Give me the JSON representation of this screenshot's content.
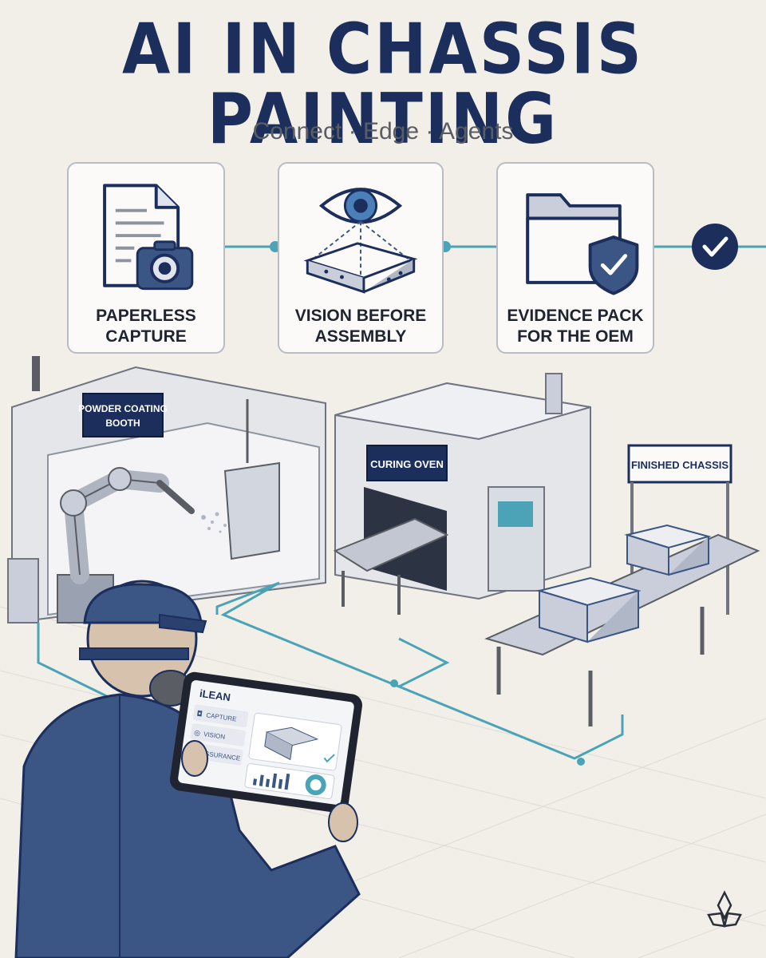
{
  "header": {
    "title": "AI IN CHASSIS PAINTING",
    "subtitle": "Connect · Edge · Agents"
  },
  "steps": [
    {
      "icon": "document-camera-icon",
      "line1": "PAPERLESS",
      "line2": "CAPTURE"
    },
    {
      "icon": "eye-inspection-icon",
      "line1": "VISION BEFORE",
      "line2": "ASSEMBLY"
    },
    {
      "icon": "folder-shield-icon",
      "line1": "EVIDENCE PACK",
      "line2": "FOR THE OEM"
    }
  ],
  "flow_end_icon": "checkmark-icon",
  "scene": {
    "booth_sign_line1": "POWDER COATING",
    "booth_sign_line2": "BOOTH",
    "oven_sign": "CURING OVEN",
    "finished_sign": "FINISHED CHASSIS"
  },
  "tablet": {
    "app_name": "iLEAN",
    "menu": [
      {
        "icon": "camera-icon",
        "label": "CAPTURE"
      },
      {
        "icon": "target-icon",
        "label": "VISION"
      },
      {
        "icon": "check-icon",
        "label": "ASSURANCE"
      }
    ]
  },
  "colors": {
    "navy": "#1c2f5c",
    "teal_line": "#4ba3b8",
    "background": "#f2efe9",
    "worker_blue": "#3b5585"
  }
}
